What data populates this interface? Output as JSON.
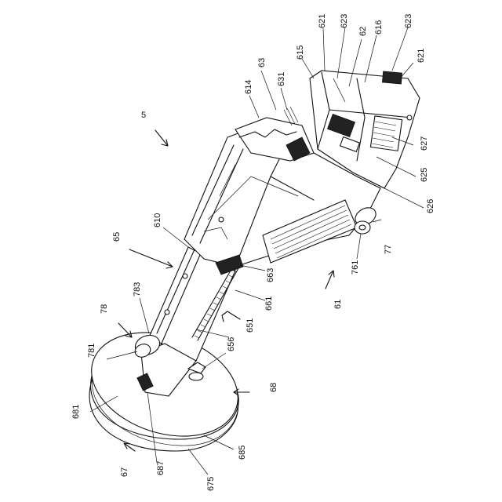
{
  "figure": {
    "reference_labels": [
      {
        "key": "r5",
        "text": "5"
      },
      {
        "key": "r621a",
        "text": "621"
      },
      {
        "key": "r623a",
        "text": "623"
      },
      {
        "key": "r62",
        "text": "62"
      },
      {
        "key": "r616",
        "text": "616"
      },
      {
        "key": "r623b",
        "text": "623"
      },
      {
        "key": "r615",
        "text": "615"
      },
      {
        "key": "r621b",
        "text": "621"
      },
      {
        "key": "r63",
        "text": "63"
      },
      {
        "key": "r614",
        "text": "614"
      },
      {
        "key": "r631",
        "text": "631"
      },
      {
        "key": "r627",
        "text": "627"
      },
      {
        "key": "r625",
        "text": "625"
      },
      {
        "key": "r626",
        "text": "626"
      },
      {
        "key": "r610",
        "text": "610"
      },
      {
        "key": "r65",
        "text": "65"
      },
      {
        "key": "r77",
        "text": "77"
      },
      {
        "key": "r663",
        "text": "663"
      },
      {
        "key": "r761",
        "text": "761"
      },
      {
        "key": "r61",
        "text": "61"
      },
      {
        "key": "r661",
        "text": "661"
      },
      {
        "key": "r783",
        "text": "783"
      },
      {
        "key": "r78",
        "text": "78"
      },
      {
        "key": "r651",
        "text": "651"
      },
      {
        "key": "r656",
        "text": "656"
      },
      {
        "key": "r781",
        "text": "781"
      },
      {
        "key": "r68",
        "text": "68"
      },
      {
        "key": "r681",
        "text": "681"
      },
      {
        "key": "r67",
        "text": "67"
      },
      {
        "key": "r687",
        "text": "687"
      },
      {
        "key": "r685",
        "text": "685"
      },
      {
        "key": "r675",
        "text": "675"
      }
    ]
  }
}
